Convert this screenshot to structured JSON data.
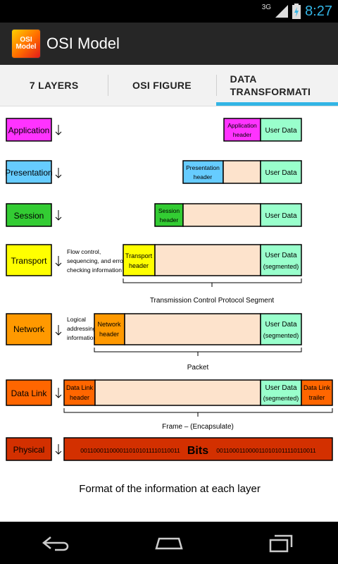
{
  "status": {
    "network": "3G",
    "time": "8:27"
  },
  "app": {
    "title": "OSI Model",
    "icon_text": "OSI Model"
  },
  "tabs": [
    {
      "label": "7 LAYERS"
    },
    {
      "label": "OSI FIGURE"
    },
    {
      "label": "DATA TRANSFORMATI"
    }
  ],
  "figure": {
    "layers": [
      {
        "name": "Application",
        "color": "#ff33ff"
      },
      {
        "name": "Presentation",
        "color": "#66ccff"
      },
      {
        "name": "Session",
        "color": "#33cc33"
      },
      {
        "name": "Transport",
        "color": "#ffff00"
      },
      {
        "name": "Network",
        "color": "#ff9900"
      },
      {
        "name": "Data Link",
        "color": "#ff6600"
      },
      {
        "name": "Physical",
        "color": "#d33000"
      }
    ],
    "notes": {
      "transport": [
        "Flow control,",
        "sequencing, and error",
        "checking information"
      ],
      "network": [
        "Logical",
        "addressing",
        "information"
      ]
    },
    "headers": {
      "application": [
        "Application",
        "header"
      ],
      "presentation": [
        "Presentation",
        "header"
      ],
      "session": [
        "Session",
        "header"
      ],
      "transport": [
        "Transport",
        "header"
      ],
      "network": [
        "Network",
        "header"
      ],
      "datalink": [
        "Data Link",
        "header"
      ],
      "datalink_trailer": [
        "Data Link",
        "trailer"
      ]
    },
    "user_data": "User Data",
    "user_data_segmented": [
      "User Data",
      "(segmented)"
    ],
    "captions": {
      "segment": "Transmission Control Protocol Segment",
      "packet": "Packet",
      "frame": "Frame – (Encapsulate)"
    },
    "bits_left": "0011000110000110101011110110011",
    "bits_label": "Bits",
    "bits_right": "0011000110000110101011110110011",
    "footer": "Format of the information at each layer"
  }
}
